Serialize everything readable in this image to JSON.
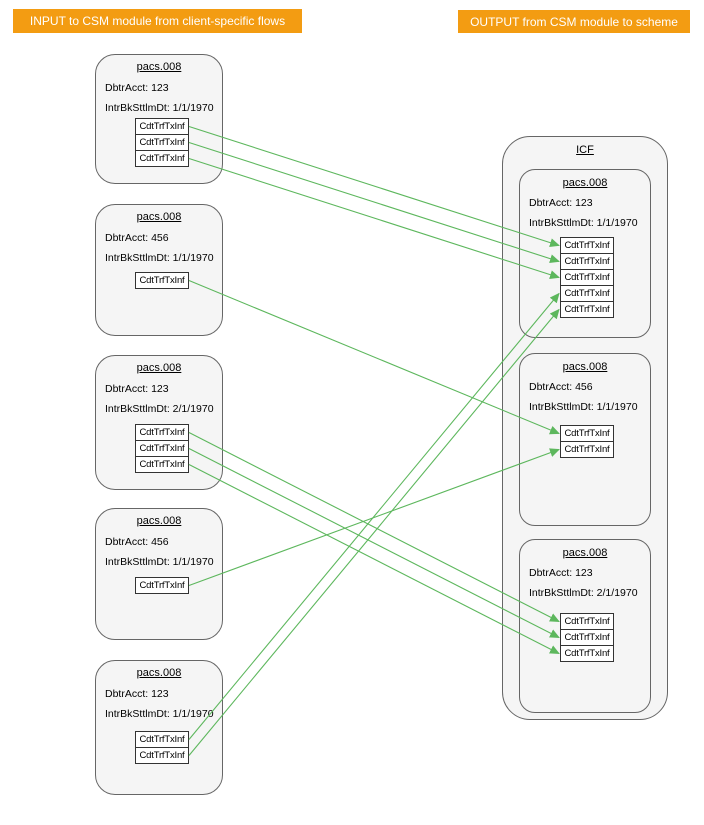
{
  "banners": {
    "input": "INPUT to CSM module from client-specific flows",
    "output": "OUTPUT from CSM module to scheme"
  },
  "left_nodes": [
    {
      "title": "pacs.008",
      "dbtr": "DbtrAcct: 123",
      "sttlm": "IntrBkSttlmDt: 1/1/1970",
      "tx": [
        "CdtTrfTxInf",
        "CdtTrfTxInf",
        "CdtTrfTxInf"
      ]
    },
    {
      "title": "pacs.008",
      "dbtr": "DbtrAcct: 456",
      "sttlm": "IntrBkSttlmDt: 1/1/1970",
      "tx": [
        "CdtTrfTxInf"
      ]
    },
    {
      "title": "pacs.008",
      "dbtr": "DbtrAcct: 123",
      "sttlm": "IntrBkSttlmDt: 2/1/1970",
      "tx": [
        "CdtTrfTxInf",
        "CdtTrfTxInf",
        "CdtTrfTxInf"
      ]
    },
    {
      "title": "pacs.008",
      "dbtr": "DbtrAcct: 456",
      "sttlm": "IntrBkSttlmDt: 1/1/1970",
      "tx": [
        "CdtTrfTxInf"
      ]
    },
    {
      "title": "pacs.008",
      "dbtr": "DbtrAcct: 123",
      "sttlm": "IntrBkSttlmDt: 1/1/1970",
      "tx": [
        "CdtTrfTxInf",
        "CdtTrfTxInf"
      ]
    }
  ],
  "icf": {
    "title": "ICF",
    "nodes": [
      {
        "title": "pacs.008",
        "dbtr": "DbtrAcct: 123",
        "sttlm": "IntrBkSttlmDt: 1/1/1970",
        "tx": [
          "CdtTrfTxInf",
          "CdtTrfTxInf",
          "CdtTrfTxInf",
          "CdtTrfTxInf",
          "CdtTrfTxInf"
        ]
      },
      {
        "title": "pacs.008",
        "dbtr": "DbtrAcct: 456",
        "sttlm": "IntrBkSttlmDt: 1/1/1970",
        "tx": [
          "CdtTrfTxInf",
          "CdtTrfTxInf"
        ]
      },
      {
        "title": "pacs.008",
        "dbtr": "DbtrAcct: 123",
        "sttlm": "IntrBkSttlmDt: 2/1/1970",
        "tx": [
          "CdtTrfTxInf",
          "CdtTrfTxInf",
          "CdtTrfTxInf"
        ]
      }
    ]
  },
  "edges": [
    {
      "from": "L1-s1",
      "to": "R1-s1"
    },
    {
      "from": "L1-s2",
      "to": "R1-s2"
    },
    {
      "from": "L1-s3",
      "to": "R1-s3"
    },
    {
      "from": "L2-s1",
      "to": "R2-s1"
    },
    {
      "from": "L3-s1",
      "to": "R3-s1"
    },
    {
      "from": "L3-s2",
      "to": "R3-s2"
    },
    {
      "from": "L3-s3",
      "to": "R3-s3"
    },
    {
      "from": "L4-s1",
      "to": "R2-s2"
    },
    {
      "from": "L5-s1",
      "to": "R1-s4"
    },
    {
      "from": "L5-s2",
      "to": "R1-s5"
    }
  ],
  "colors": {
    "banner_bg": "#f39c12",
    "banner_text": "#ffffff",
    "connector": "#5db75d",
    "node_fill": "#f5f5f5",
    "node_border": "#666666",
    "slot_fill": "#ffffff",
    "slot_border": "#333333"
  }
}
